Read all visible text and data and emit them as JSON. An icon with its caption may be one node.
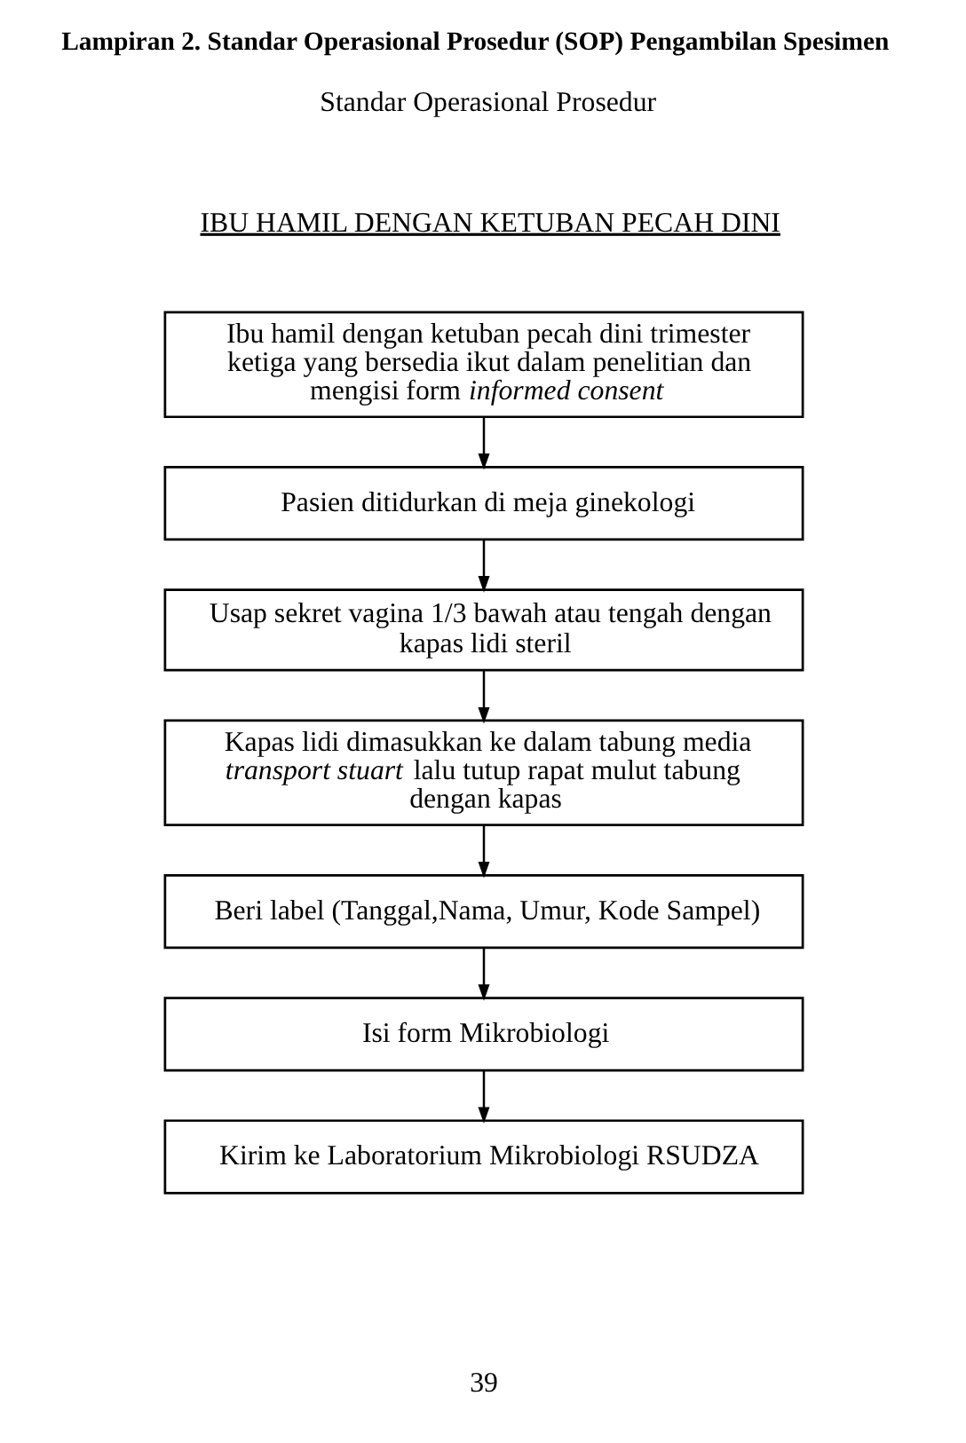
{
  "diagram": {
    "title": "Lampiran 2. Standar Operasional Prosedur (SOP) Pengambilan Spesimen",
    "nodes": [
      {
        "text": [
          "Ibu hamil dengan ketuban pecah dini trimester ketiga yang bersedia ikut dalam penelitian dan mengisi form *informed consent*"
        ]
      },
      {
        "text": [
          "Pasien ditidurkan di meja ginekologi"
        ]
      },
      {
        "text": [
          "Usap sekret vagina 1/3 bawah atau tengah dengan kapas lidi steril"
        ]
      },
      {
        "text": [
          "Kapas lidi dimasukkan ke dalam tabung media *transport stuart* lalu tutup rapat mulut tabung dengan kapas"
        ]
      },
      {
        "text": [
          "Beri label (Tanggal,Nama, Umur, Kode Sampel)"
        ]
      },
      {
        "text": [
          "Isi form Mikrobiologi"
        ]
      },
      {
        "text": [
          "Kirim ke Laboratorium Mikrobiologi RSUDZA"
        ]
      }
    ],
    "edges": [
      {
        "from": 0,
        "to": 1,
        "arrow": "to"
      },
      {
        "from": 1,
        "to": 2,
        "arrow": "to"
      },
      {
        "from": 2,
        "to": 3,
        "arrow": "to"
      },
      {
        "from": 3,
        "to": 4,
        "arrow": "to"
      },
      {
        "from": 4,
        "to": 5,
        "arrow": "to"
      },
      {
        "from": 5,
        "to": 6,
        "arrow": "to"
      }
    ],
    "labels": [
      "Standar Operasional Prosedur",
      "IBU HAMIL DENGAN KETUBAN PECAH DINI",
      "39"
    ]
  }
}
